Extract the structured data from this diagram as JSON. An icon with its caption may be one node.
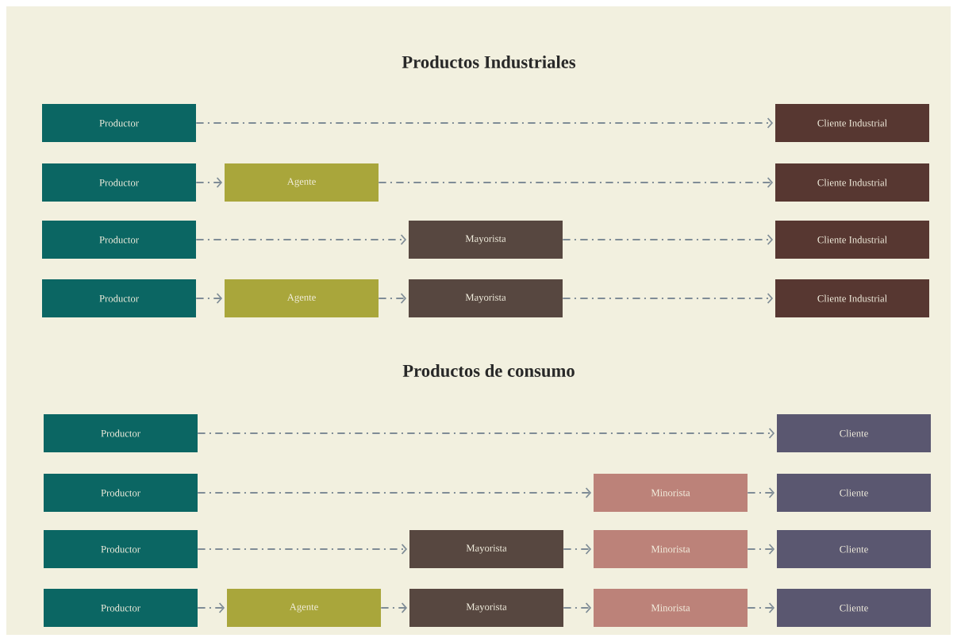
{
  "diagram": {
    "title": "Productos Industriales",
    "nodes": [
      {
        "text": [
          "Productor"
        ]
      },
      {
        "text": [
          "Cliente Industrial"
        ]
      },
      {
        "text": [
          "Productor"
        ]
      },
      {
        "text": [
          "Agente"
        ]
      },
      {
        "text": [
          "Cliente Industrial"
        ]
      },
      {
        "text": [
          "Productor"
        ]
      },
      {
        "text": [
          "Mayorista"
        ]
      },
      {
        "text": [
          "Cliente Industrial"
        ]
      },
      {
        "text": [
          "Productor"
        ]
      },
      {
        "text": [
          "Agente"
        ]
      },
      {
        "text": [
          "Mayorista"
        ]
      },
      {
        "text": [
          "Cliente Industrial"
        ]
      },
      {
        "text": [
          "Productor"
        ]
      },
      {
        "text": [
          "Cliente"
        ]
      },
      {
        "text": [
          "Productor"
        ]
      },
      {
        "text": [
          "Minorista"
        ]
      },
      {
        "text": [
          "Cliente"
        ]
      },
      {
        "text": [
          "Productor"
        ]
      },
      {
        "text": [
          "Mayorista"
        ]
      },
      {
        "text": [
          "Minorista"
        ]
      },
      {
        "text": [
          "Cliente"
        ]
      },
      {
        "text": [
          "Productor"
        ]
      },
      {
        "text": [
          "Agente"
        ]
      },
      {
        "text": [
          "Mayorista"
        ]
      },
      {
        "text": [
          "Minorista"
        ]
      },
      {
        "text": [
          "Cliente"
        ]
      }
    ],
    "edges": [
      {
        "from": 0,
        "to": 1,
        "arrow": "to"
      },
      {
        "from": 2,
        "to": 3,
        "arrow": "to"
      },
      {
        "from": 3,
        "to": 4,
        "arrow": "to"
      },
      {
        "from": 5,
        "to": 6,
        "arrow": "to"
      },
      {
        "from": 6,
        "to": 7,
        "arrow": "to"
      },
      {
        "from": 8,
        "to": 9,
        "arrow": "to"
      },
      {
        "from": 9,
        "to": 10,
        "arrow": "to"
      },
      {
        "from": 10,
        "to": 11,
        "arrow": "to"
      },
      {
        "from": 12,
        "to": 13,
        "arrow": "to"
      },
      {
        "from": 14,
        "to": 15,
        "arrow": "to"
      },
      {
        "from": 15,
        "to": 16,
        "arrow": "to"
      },
      {
        "from": 17,
        "to": 18,
        "arrow": "to"
      },
      {
        "from": 18,
        "to": 19,
        "arrow": "to"
      },
      {
        "from": 19,
        "to": 20,
        "arrow": "to"
      },
      {
        "from": 21,
        "to": 22,
        "arrow": "to"
      },
      {
        "from": 22,
        "to": 23,
        "arrow": "to"
      },
      {
        "from": 23,
        "to": 24,
        "arrow": "to"
      },
      {
        "from": 24,
        "to": 25,
        "arrow": "to"
      }
    ],
    "labels": [
      "Productos de consumo"
    ]
  }
}
